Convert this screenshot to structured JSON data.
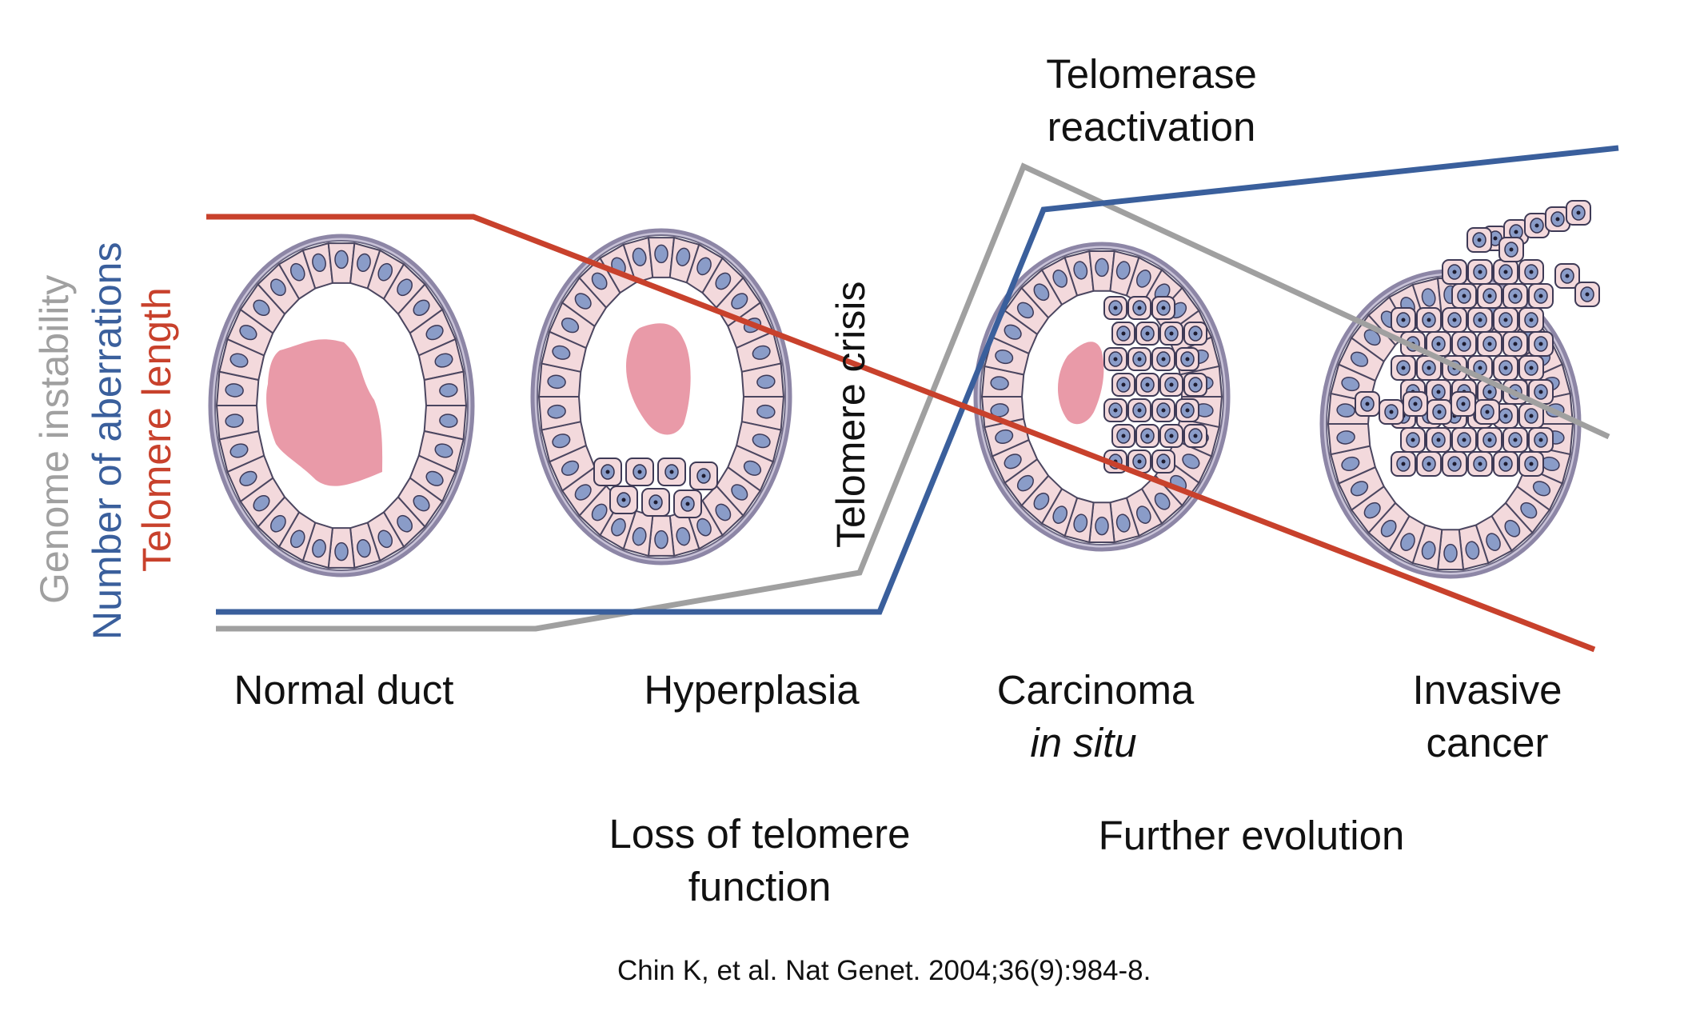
{
  "axis_labels": {
    "genome_instability": "Genome instability",
    "number_of_aberrations": "Number of aberrations",
    "telomere_length": "Telomere length"
  },
  "colors": {
    "genome_instability": "#a0a0a0",
    "number_of_aberrations": "#3a5f9c",
    "telomere_length": "#c8412c",
    "cell_fill": "#f3d9dc",
    "nucleus": "#8a9cc8",
    "lumen": "#e99aa8",
    "duct_border": "#8d86a6"
  },
  "stages": {
    "normal_duct": "Normal duct",
    "hyperplasia": "Hyperplasia",
    "carcinoma_line1": "Carcinoma",
    "carcinoma_line2": "in situ",
    "invasive_line1": "Invasive",
    "invasive_line2": "cancer"
  },
  "annotations": {
    "telomerase_line1": "Telomerase",
    "telomerase_line2": "reactivation",
    "telomere_crisis": "Telomere crisis",
    "loss_line1": "Loss of telomere",
    "loss_line2": "function",
    "further_evolution": "Further evolution"
  },
  "citation": "Chin K, et al. Nat Genet. 2004;36(9):984-8.",
  "icons": [
    "normal-duct-illustration",
    "hyperplasia-illustration",
    "carcinoma-in-situ-illustration",
    "invasive-cancer-illustration"
  ]
}
